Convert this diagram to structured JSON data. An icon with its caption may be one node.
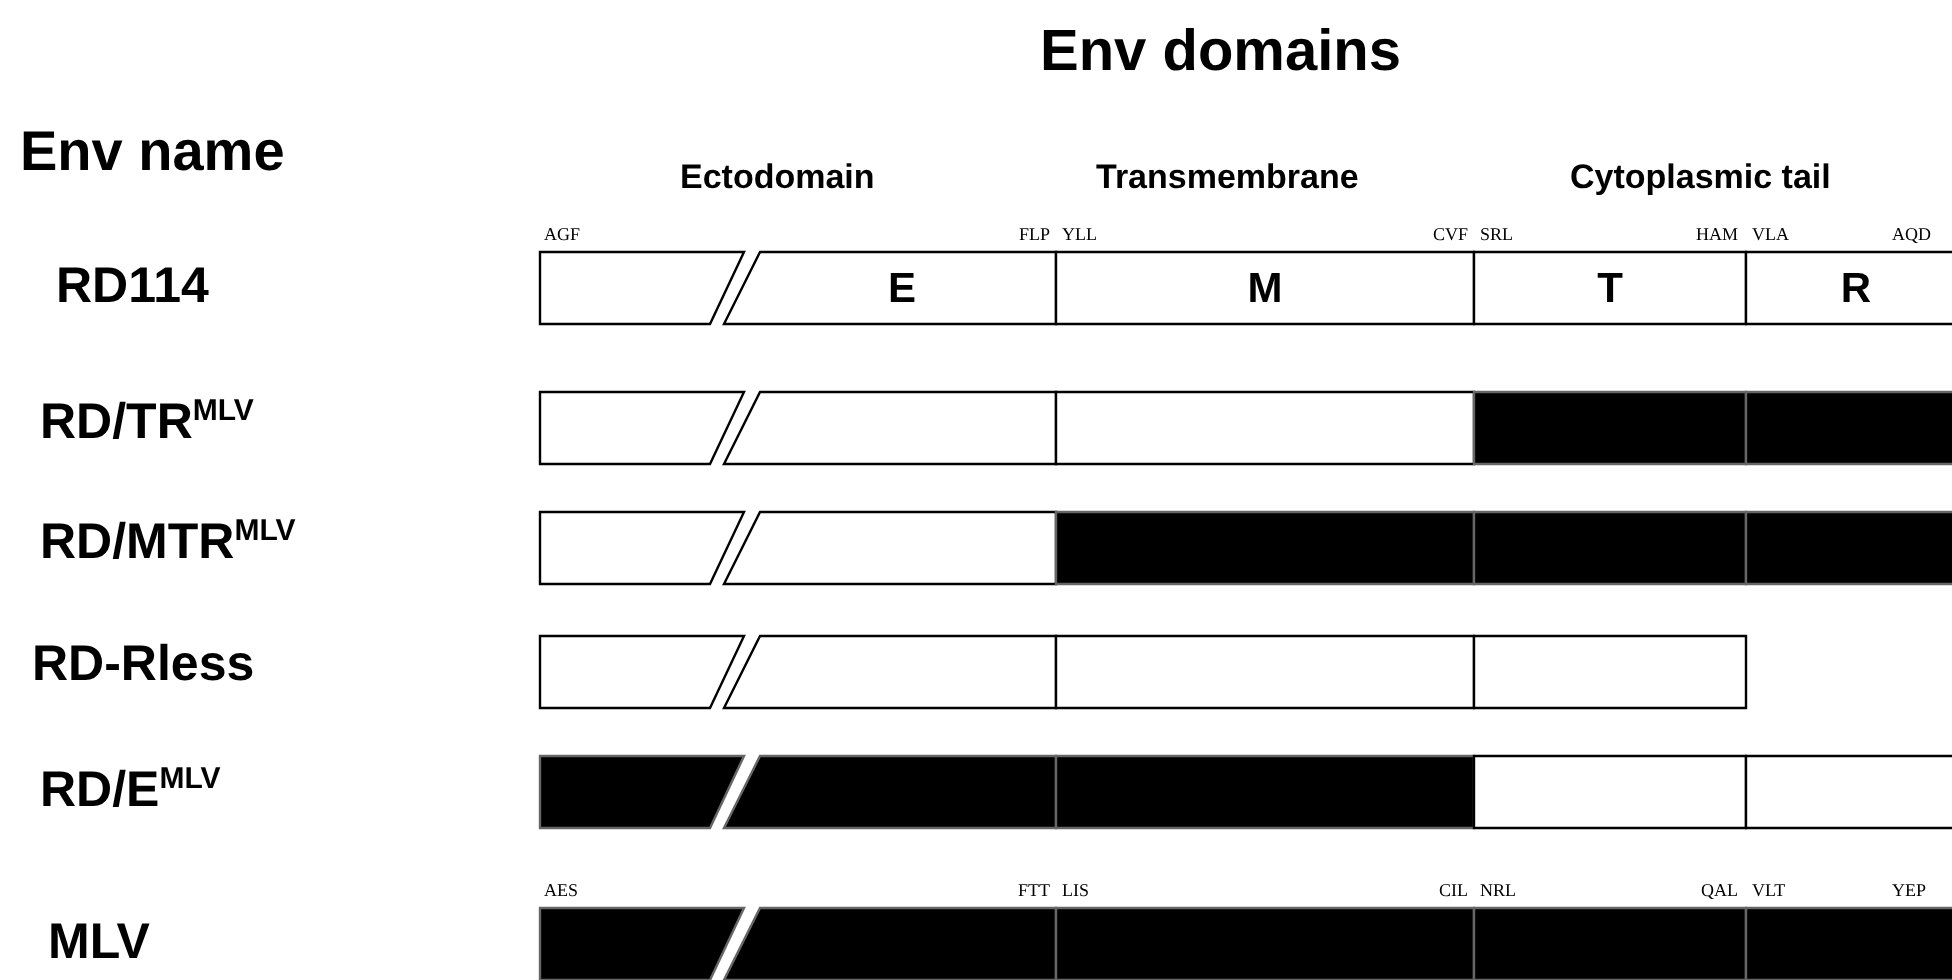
{
  "diagram": {
    "title": "Env domains",
    "nodes": [
      {
        "text": [],
        "shape": "box"
      },
      {
        "text": [
          "E"
        ]
      },
      {
        "text": [
          "M"
        ]
      },
      {
        "text": [
          "T"
        ]
      },
      {
        "text": [
          "R"
        ]
      },
      {
        "text": [],
        "shape": "box"
      },
      {
        "text": [],
        "shape": "box"
      },
      {
        "text": [],
        "shape": "box"
      },
      {
        "text": [],
        "shape": "box"
      },
      {
        "text": [],
        "shape": "box"
      },
      {
        "text": [],
        "shape": "box"
      },
      {
        "text": [],
        "shape": "box"
      },
      {
        "text": [],
        "shape": "box"
      },
      {
        "text": [],
        "shape": "box"
      },
      {
        "text": [],
        "shape": "box"
      },
      {
        "text": [],
        "shape": "box"
      },
      {
        "text": [],
        "shape": "box"
      },
      {
        "text": [],
        "shape": "box"
      },
      {
        "text": [],
        "shape": "box"
      },
      {
        "text": [],
        "shape": "box"
      },
      {
        "text": [],
        "shape": "box"
      },
      {
        "text": [],
        "shape": "box"
      },
      {
        "text": [],
        "shape": "box"
      },
      {
        "text": [],
        "shape": "box"
      },
      {
        "text": [],
        "shape": "box"
      },
      {
        "text": [],
        "shape": "box"
      },
      {
        "text": [],
        "shape": "box"
      },
      {
        "text": [],
        "shape": "box"
      },
      {
        "text": [],
        "shape": "box"
      }
    ],
    "labels": [
      "Env name",
      "Ectodomain",
      "Transmembrane",
      "Cytoplasmic tail",
      "AGF",
      "FLP",
      "YLL",
      "CVF",
      "SRL",
      "HAM",
      "VLA",
      "AQD",
      "RD114",
      "RD/TR$^{MLV}$",
      "RD/MTR$^{MLV}$",
      "RD-Rless",
      "RD/E$^{MLV}$",
      "AES",
      "FTT",
      "LIS",
      "CIL",
      "NRL",
      "QAL",
      "VLT",
      "YEP",
      "MLV"
    ]
  }
}
